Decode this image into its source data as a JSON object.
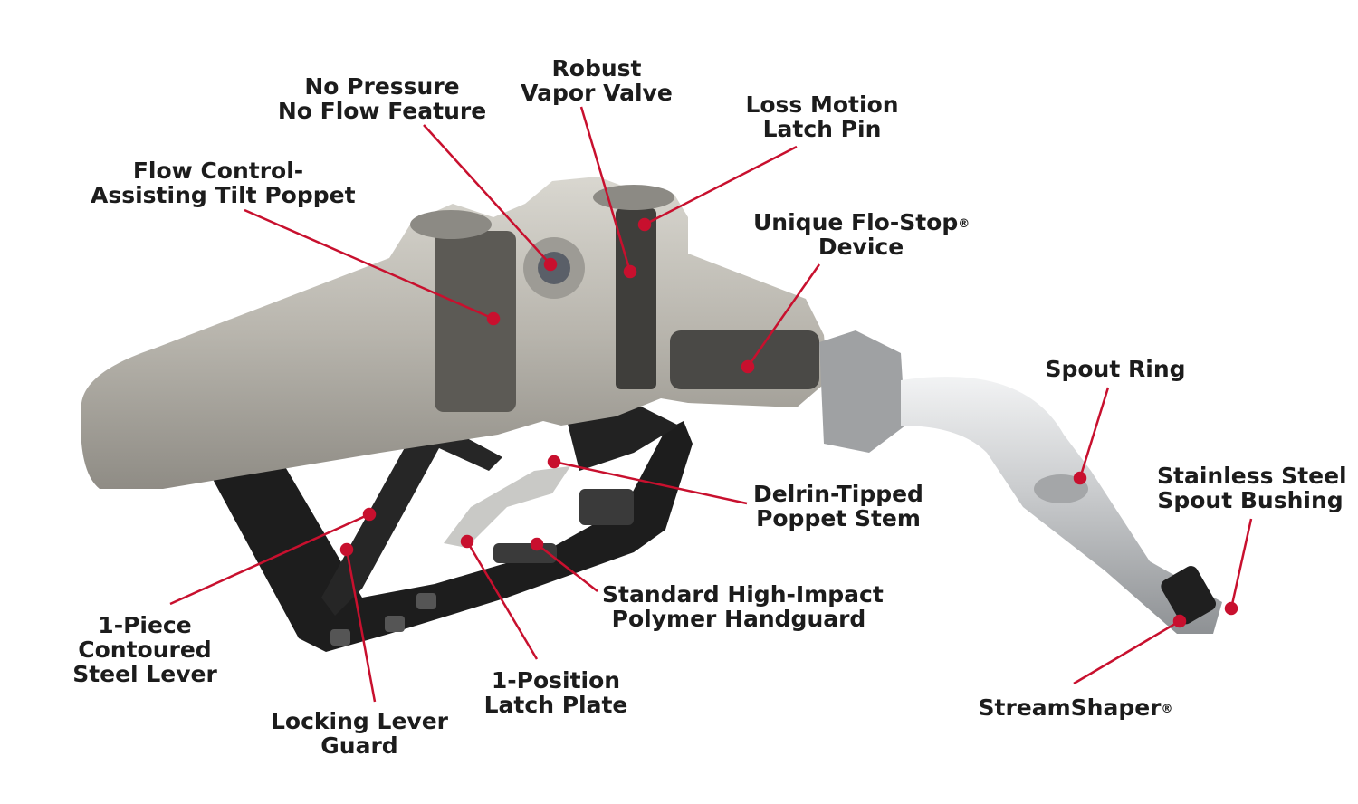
{
  "colors": {
    "leader": "#c8102e",
    "text": "#1c1c1c",
    "body": "#bfbdb6",
    "handguard": "#1d1d1d",
    "spout": "#d6d8da"
  },
  "labels": {
    "no_pressure": [
      "No Pressure",
      "No Flow Feature"
    ],
    "robust_vapor": [
      "Robust",
      "Vapor Valve"
    ],
    "loss_motion": [
      "Loss Motion",
      "Latch Pin"
    ],
    "flow_control": [
      "Flow Control-",
      "Assisting Tilt Poppet"
    ],
    "flo_stop": {
      "line1": "Unique Flo-Stop",
      "mark": "®",
      "line2": "Device"
    },
    "spout_ring": [
      "Spout Ring"
    ],
    "stainless": [
      "Stainless Steel",
      "Spout Bushing"
    ],
    "delrin": [
      "Delrin-Tipped",
      "Poppet Stem"
    ],
    "handguard": [
      "Standard High-Impact",
      "Polymer Handguard"
    ],
    "lever": [
      "1-Piece",
      "Contoured",
      "Steel Lever"
    ],
    "latch_plate": [
      "1-Position",
      "Latch Plate"
    ],
    "locking_guard": [
      "Locking Lever",
      "Guard"
    ],
    "streamshaper": {
      "text": "StreamShaper",
      "mark": "®"
    }
  }
}
